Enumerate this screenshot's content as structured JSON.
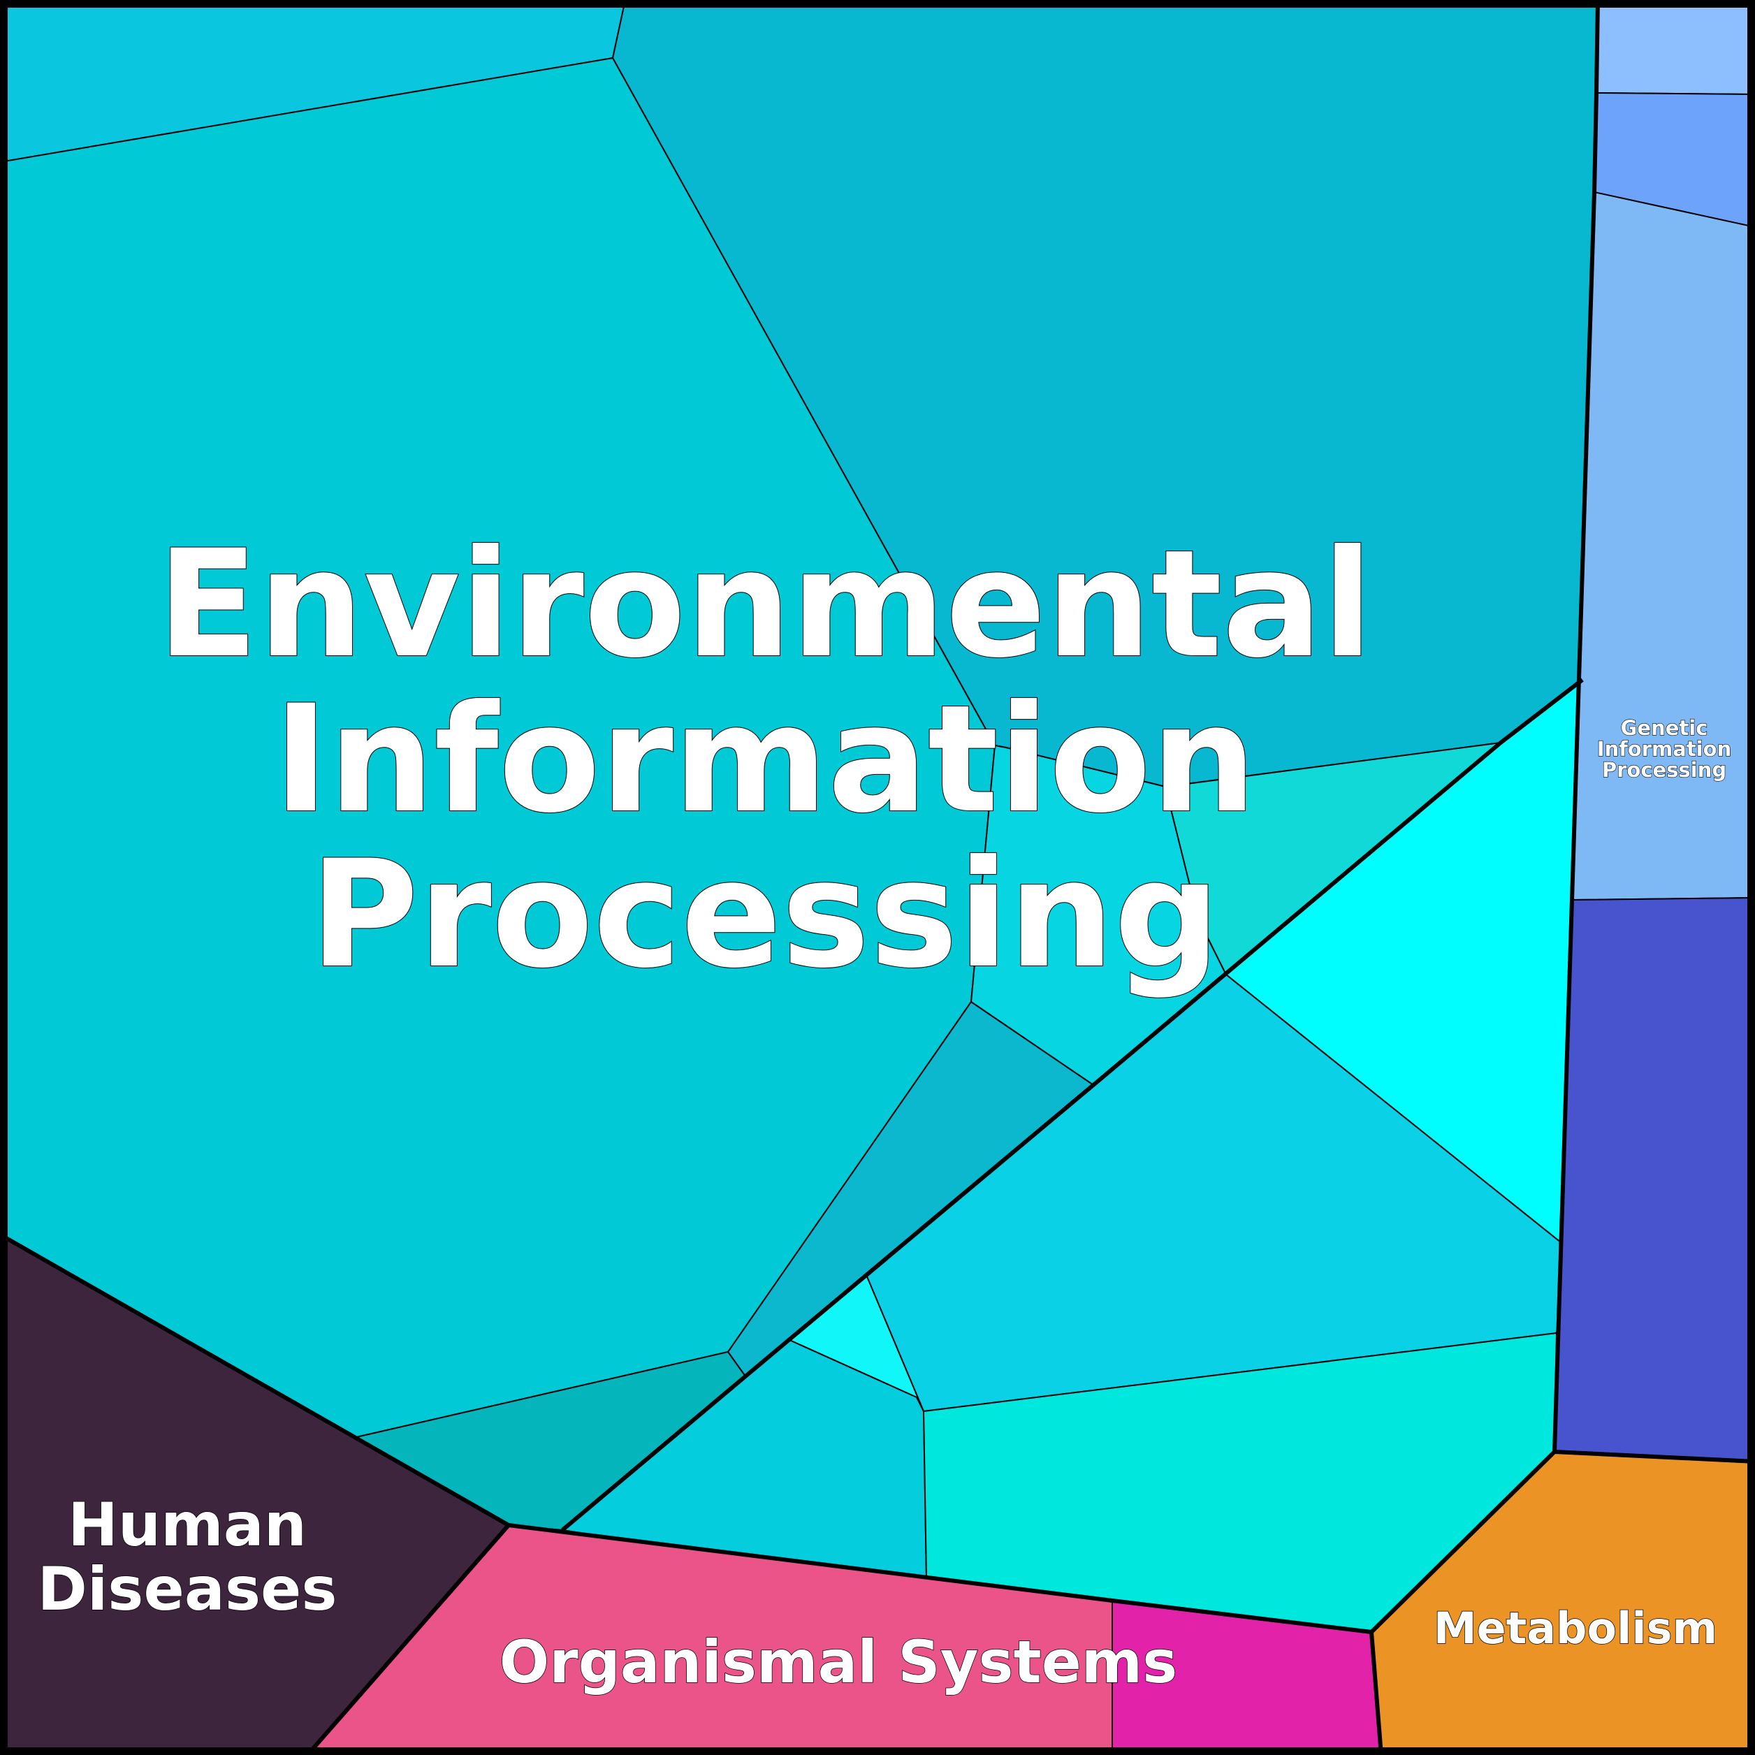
{
  "chart_data": {
    "type": "voronoi-treemap",
    "groups": [
      {
        "name": "Environmental Information Processing",
        "lines": [
          "Environmental",
          "Information",
          "Processing"
        ],
        "color": "#08C8D8"
      },
      {
        "name": "Genetic Information Processing",
        "lines": [
          "Genetic",
          "Information",
          "Processing"
        ],
        "color": "#7EB9F5"
      },
      {
        "name": "Metabolism",
        "lines": [
          "Metabolism"
        ],
        "color": "#EB9324"
      },
      {
        "name": "Human Diseases",
        "lines": [
          "Human",
          "Diseases"
        ],
        "color": "#3D253D"
      },
      {
        "name": "Organismal Systems",
        "lines": [
          "Organismal Systems"
        ],
        "color": "#EB5489"
      }
    ],
    "colors": {
      "env_main": "#02C9D6",
      "env_top_left": "#0BC6DF",
      "env_top_right": "#08B8D0",
      "env_center_small": "#08D5E2",
      "env_teal_small": "#11D9D8",
      "env_cyan_bright": "#00FEFE",
      "env_mid_right": "#0BD1E6",
      "env_wedge": "#0BB8CE",
      "env_bottom_left": "#04B6BB",
      "env_cyan_small": "#11F6F9",
      "env_bottom_mid": "#04CEDD",
      "env_aqua": "#00E8DE",
      "gen_top": "#8DBEFE",
      "gen_second": "#6EA3FC",
      "gen_main": "#7EB9F5",
      "gen_indigo": "#4853CE",
      "metabolism": "#EB9324",
      "human_diseases": "#3D253D",
      "organismal_pink": "#EB5489",
      "organismal_magenta": "#E223A9"
    }
  }
}
